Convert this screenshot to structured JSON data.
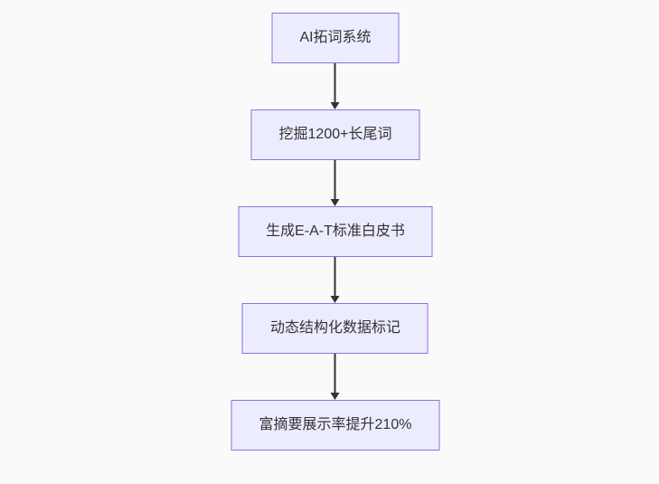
{
  "diagram": {
    "type": "flowchart",
    "direction": "top-down",
    "nodes": [
      {
        "id": "n1",
        "label": "AI拓词系统"
      },
      {
        "id": "n2",
        "label": "挖掘1200+长尾词"
      },
      {
        "id": "n3",
        "label": "生成E-A-T标准白皮书"
      },
      {
        "id": "n4",
        "label": "动态结构化数据标记"
      },
      {
        "id": "n5",
        "label": "富摘要展示率提升210%"
      }
    ],
    "edges": [
      {
        "from": "n1",
        "to": "n2"
      },
      {
        "from": "n2",
        "to": "n3"
      },
      {
        "from": "n3",
        "to": "n4"
      },
      {
        "from": "n4",
        "to": "n5"
      }
    ],
    "colors": {
      "background": "#FAFAFA",
      "node_fill": "#ECECFF",
      "node_border": "#9370DB",
      "node_text": "#333333",
      "arrow": "#333333"
    }
  }
}
